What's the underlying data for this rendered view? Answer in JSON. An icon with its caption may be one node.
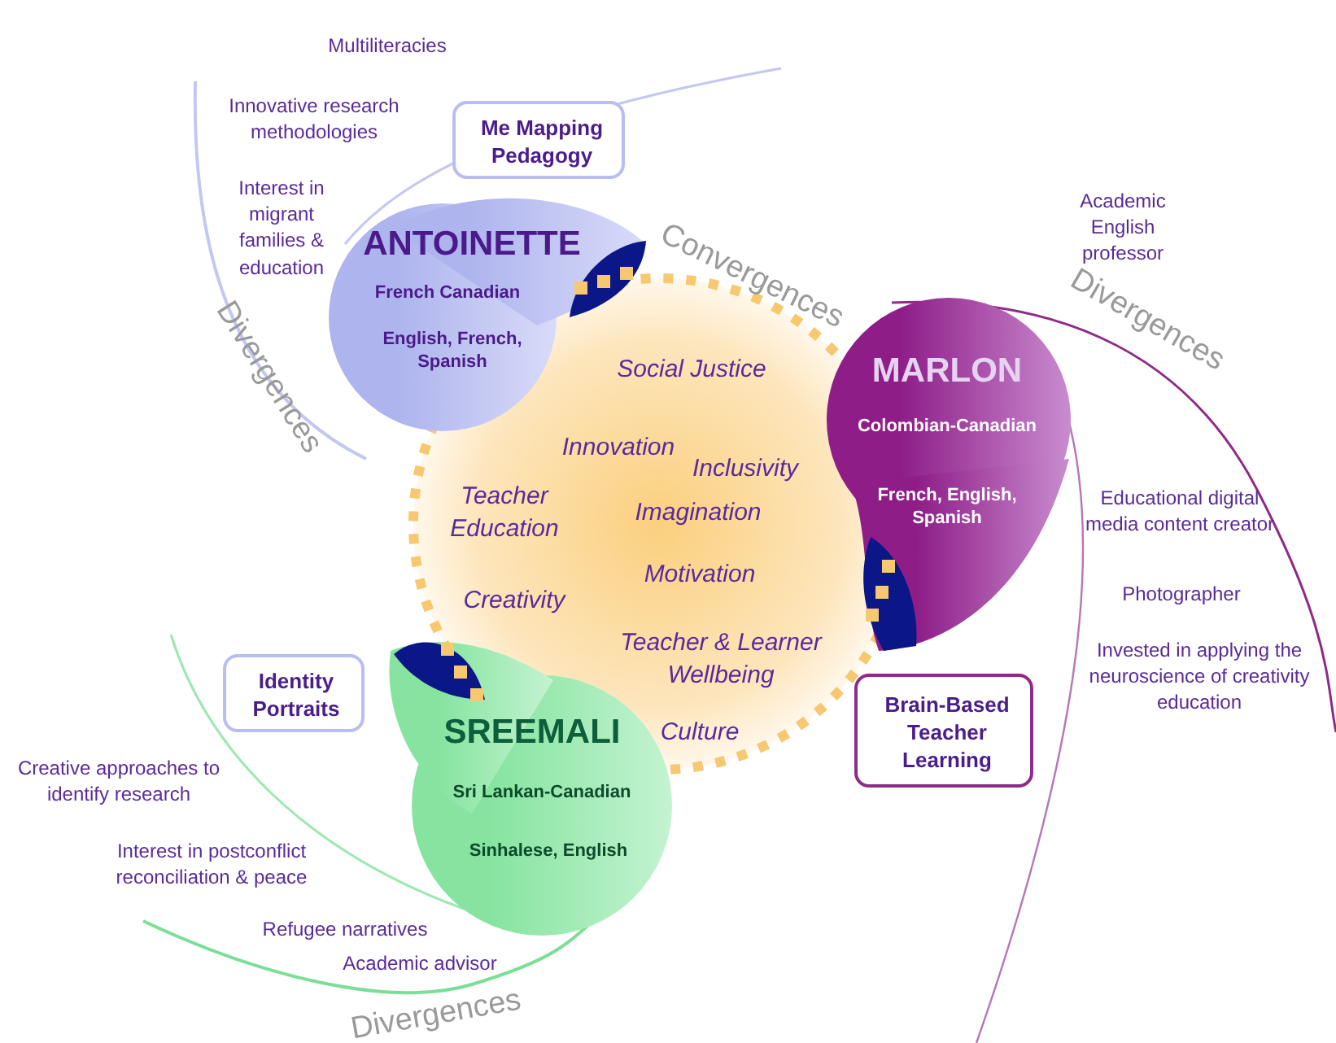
{
  "diagram": {
    "nodes": [
      {
        "text": [
          "Me Mapping Pedagogy"
        ]
      },
      {
        "text": [
          "ANTOINETTE",
          "French Canadian",
          "English, French, Spanish"
        ]
      },
      {
        "text": [
          "MARLON",
          "Colombian-Canadian",
          "French, English, Spanish"
        ]
      },
      {
        "text": [
          "Social Justice",
          "Innovation",
          "Inclusivity",
          "Teacher Education",
          "Imagination",
          "Motivation",
          "Creativity",
          "Teacher & Learner Wellbeing",
          "Culture"
        ]
      },
      {
        "text": [
          "Identity Portraits"
        ]
      },
      {
        "text": [
          "Brain-Based Teacher Learning"
        ]
      },
      {
        "text": [
          "SREEMALI",
          "Sri Lankan-Canadian",
          "Sinhalese, English"
        ]
      }
    ],
    "labels": [
      "Multiliteracies",
      "Innovative research methodologies",
      "Interest in migrant families & education",
      "Divergences",
      "Convergences",
      "Divergences",
      "Academic English professor",
      "Educational digital media content creator",
      "Photographer",
      "Invested in applying the neuroscience of creativity education",
      "Creative approaches to identify research",
      "Interest in postconflict reconciliation & peace",
      "Refugee narratives",
      "Academic advisor",
      "Divergences"
    ]
  }
}
